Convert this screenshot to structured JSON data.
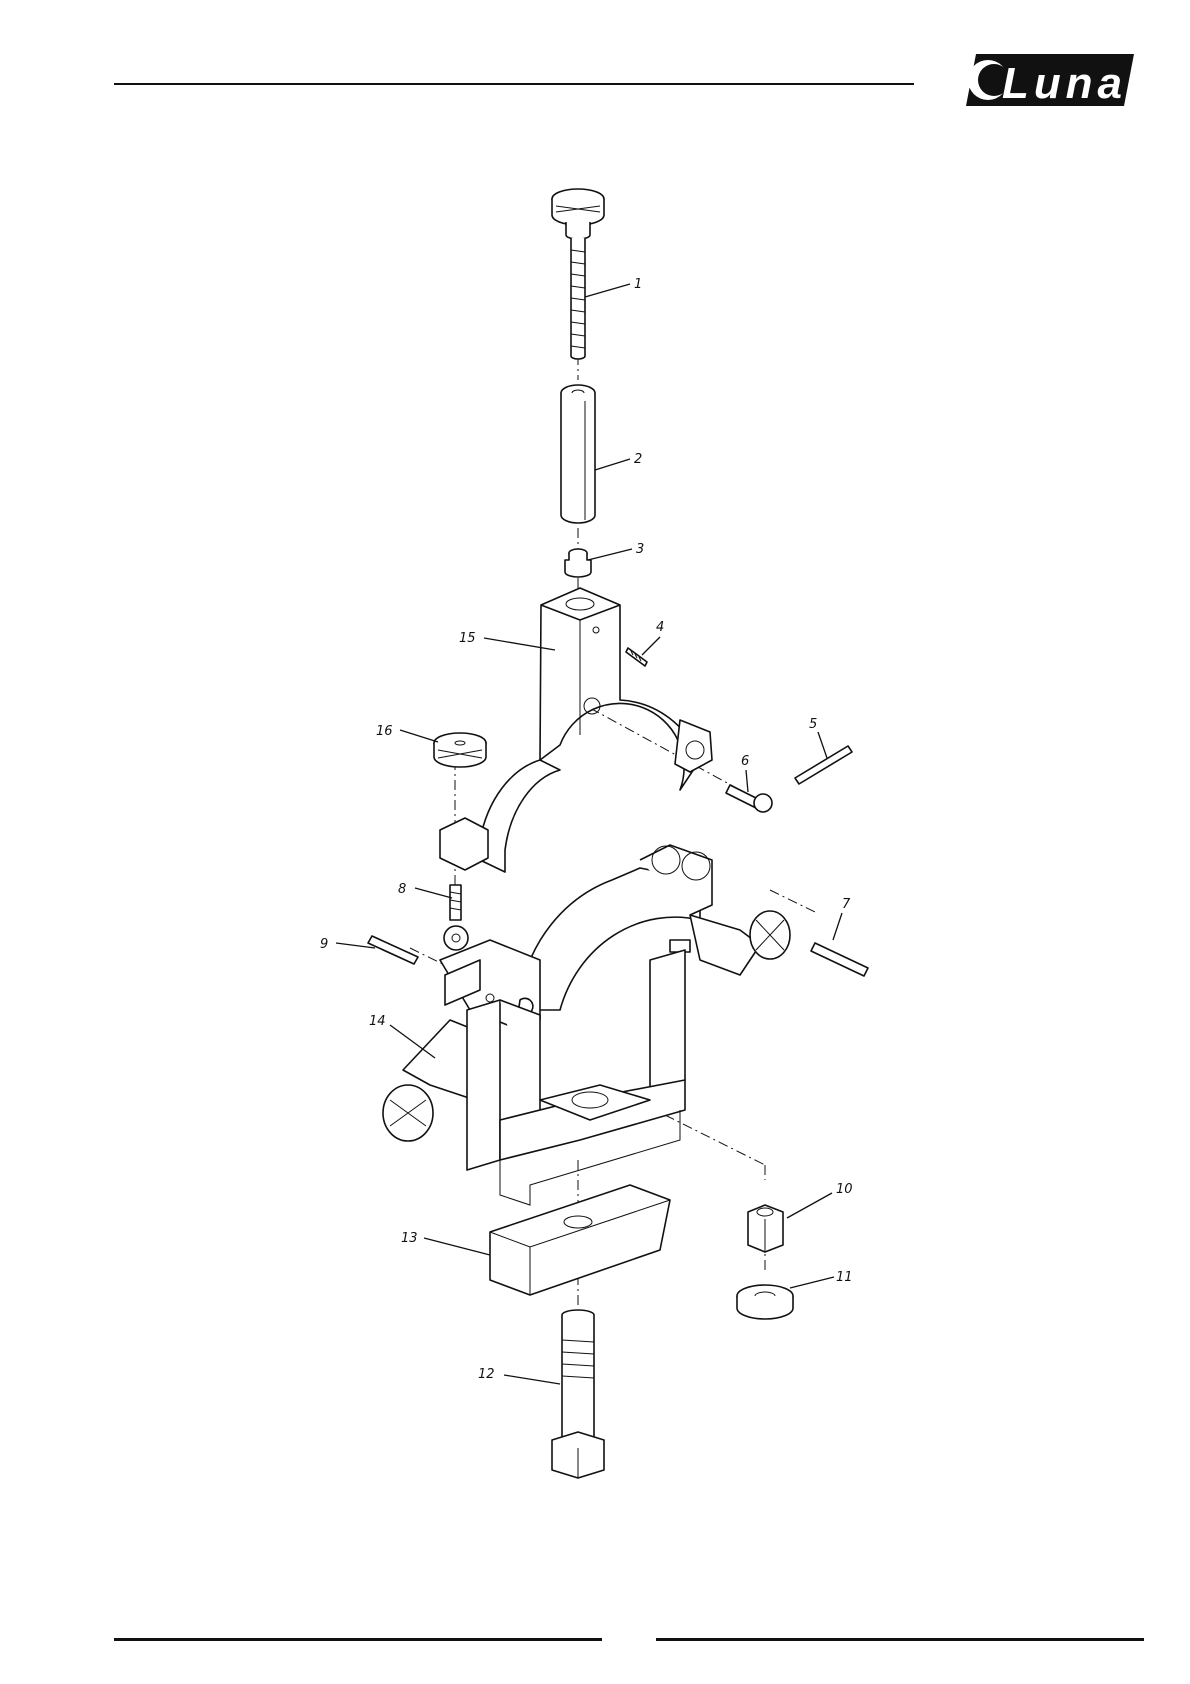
{
  "header": {
    "brand": "Luna",
    "logo_colors": {
      "fill": "#111111",
      "text": "#ffffff"
    }
  },
  "diagram": {
    "callouts": [
      "1",
      "2",
      "3",
      "4",
      "5",
      "6",
      "7",
      "8",
      "9",
      "10",
      "11",
      "12",
      "13",
      "14",
      "15",
      "16"
    ]
  }
}
